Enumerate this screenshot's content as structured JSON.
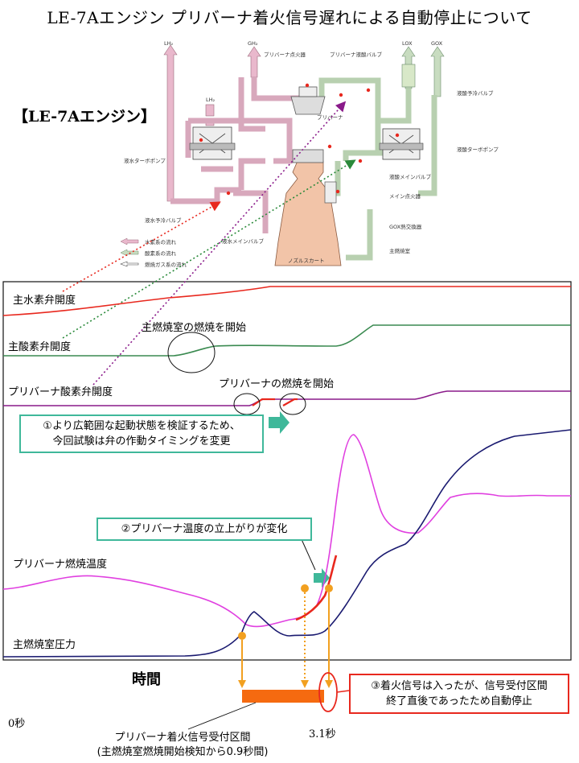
{
  "title": "LE-7Aエンジン プリバーナ着火信号遅れによる自動停止について",
  "engine_label": "【LE-7Aエンジン】",
  "schematic": {
    "lh2_top": "LH₂",
    "gh2": "GH₂",
    "lh2_mid": "LH₂",
    "lox": "LOX",
    "gox": "GOX",
    "preburner_igniter": "プリバーナ点火器",
    "preburner_lox_valve": "プリバーナ液酸バルブ",
    "preburner": "プリバーナ",
    "lox_precool_valve": "液酸予冷バルブ",
    "lh2_turbopump": "液水ターボポンプ",
    "lox_turbopump": "液酸ターボポンプ",
    "lox_main_valve": "液酸メインバルブ",
    "main_igniter": "メイン点火器",
    "lh2_precool_valve": "液水予冷バルブ",
    "gox_heat_exchanger": "GOX熱交換器",
    "main_combustor": "主燃焼室",
    "lh2_main_valve": "液水メインバルブ",
    "nozzle_skirt": "ノズルスカート",
    "legend": [
      "水素系の流れ",
      "酸素系の流れ",
      "燃焼ガス系の流れ"
    ]
  },
  "chart": {
    "signal_labels": {
      "main_h2_valve": "主水素弁開度",
      "main_o2_valve": "主酸素弁開度",
      "pb_o2_valve": "プリバーナ酸素弁開度",
      "pb_temp": "プリバーナ燃焼温度",
      "mcc_pressure": "主燃焼室圧力"
    },
    "annotations": {
      "main_combustion_start": "主燃焼室の燃焼を開始",
      "preburner_combustion_start": "プリバーナの燃焼を開始"
    },
    "note1": [
      "①より広範囲な起動状態を検証するため、",
      "今回試験は弁の作動タイミングを変更"
    ],
    "note2": "②プリバーナ温度の立上がりが変化",
    "note3": [
      "③着火信号は入ったが、信号受付区間",
      "終了直後であったため自動停止"
    ],
    "time_axis": "時間",
    "t0": "0秒",
    "t_end": "3.1秒",
    "window_label": [
      "プリバーナ着火信号受付区間",
      "(主燃焼室燃焼開始検知から0.9秒間)"
    ]
  },
  "colors": {
    "h2_red": "#e8281e",
    "o2_green": "#3a8a50",
    "pb_purple": "#8a1a8a",
    "temp_magenta": "#e040e0",
    "pressure_navy": "#1a1a70",
    "orange": "#f2a020",
    "bar_orange": "#f56a10",
    "teal": "#3fb89a"
  }
}
